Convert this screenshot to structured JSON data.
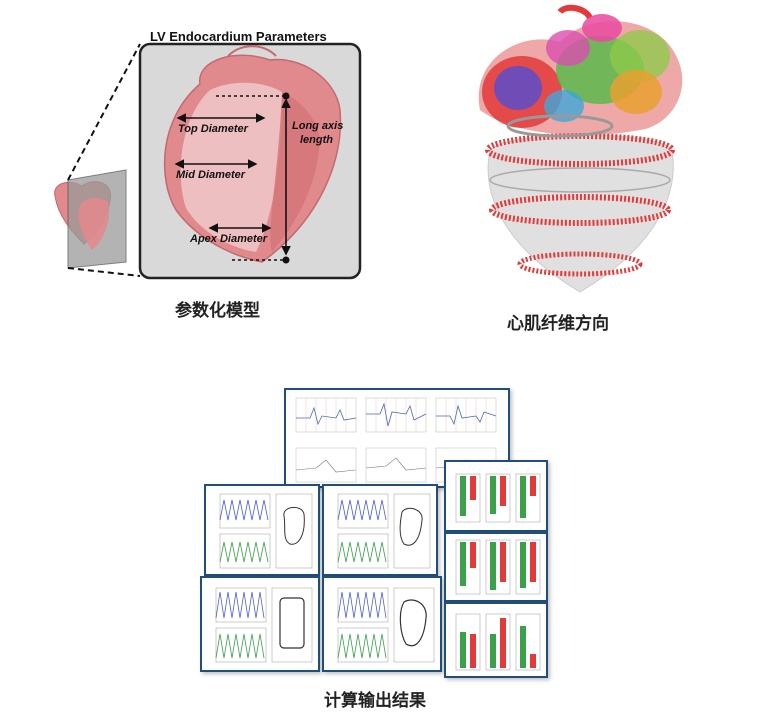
{
  "panel_parametric": {
    "title": "LV Endocardium Parameters",
    "labels": {
      "top_diameter": "Top Diameter",
      "mid_diameter": "Mid Diameter",
      "apex_diameter": "Apex Diameter",
      "long_axis": "Long axis",
      "long_axis_2": "length"
    },
    "caption": "参数化模型"
  },
  "panel_fiber": {
    "caption": "心肌纤维方向"
  },
  "panel_output": {
    "caption": "计算输出结果"
  },
  "colors": {
    "heart": "#e08a8d",
    "heart_dark": "#c9666b",
    "frame_blue": "#1f4f7a",
    "fiber_red": "#e23a3a",
    "trace_blue": "#4a5cd6",
    "trace_green": "#3aa04a"
  }
}
